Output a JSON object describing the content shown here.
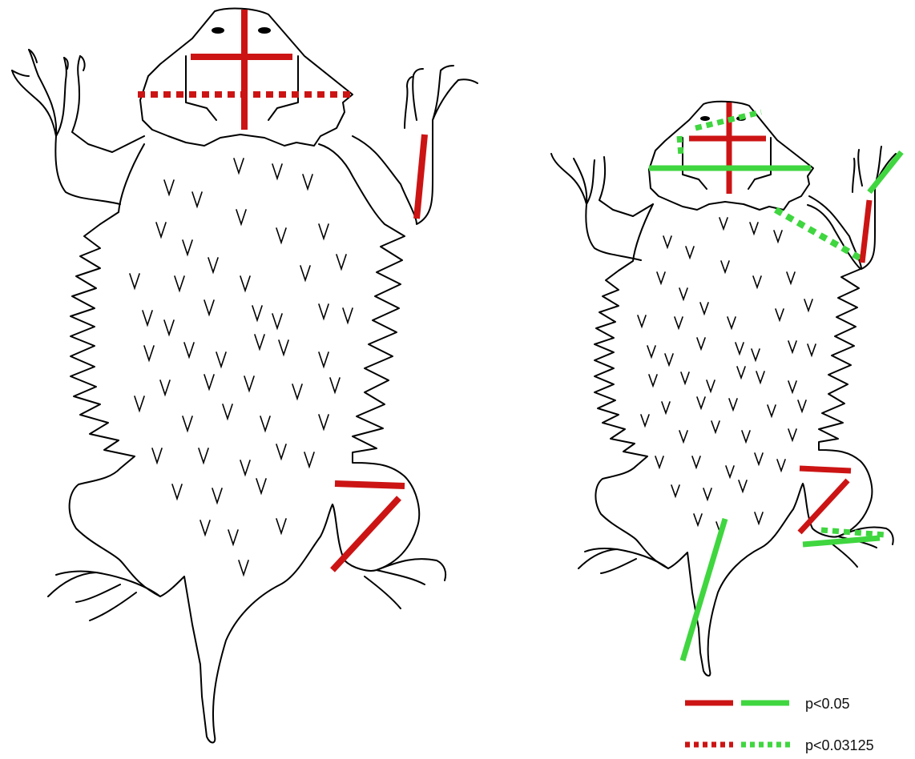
{
  "figure": {
    "colors": {
      "outline": "#000000",
      "significant_red": "#cc1414",
      "significant_green": "#3fd63f"
    },
    "left_lizard": {
      "label": "",
      "solid_red_measurements": [
        "head-length",
        "head-width",
        "forelimb-right",
        "thigh-right",
        "shank-right"
      ],
      "dotted_red_measurements": [
        "head-width-posterior"
      ]
    },
    "right_lizard": {
      "label": "",
      "solid_red_measurements": [
        "head-length",
        "head-width",
        "forelimb-right",
        "thigh-right",
        "shank-right"
      ],
      "solid_green_measurements": [
        "head-width-posterior",
        "forearm-right",
        "hindfoot-right",
        "tail"
      ],
      "dotted_green_measurements": [
        "head-diagonal",
        "head-lateral",
        "upper-arm-right",
        "hindfoot-dotted"
      ]
    },
    "legend": {
      "solid_label": "p<0.05",
      "dotted_label": "p<0.03125"
    }
  }
}
